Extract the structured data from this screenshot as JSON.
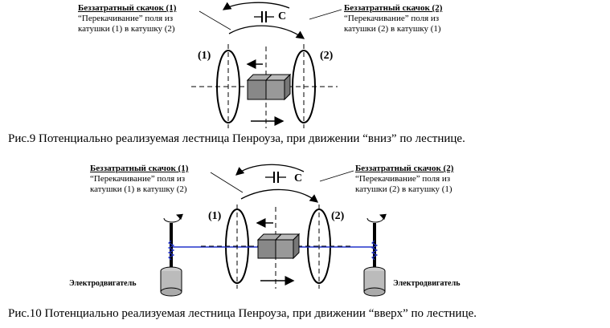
{
  "fig9": {
    "left_label_title": "Беззатратный скачок (1)",
    "left_label_l1": "“Перекачивание” поля из",
    "left_label_l2": "катушки (1) в катушку (2)",
    "right_label_title": "Беззатратный скачок (2)",
    "right_label_l1": "“Перекачивание” поля из",
    "right_label_l2": "катушки (2) в катушку (1)",
    "capacitor": "C",
    "coil1": "(1)",
    "coil2": "(2)",
    "caption": "Рис.9 Потенциально реализуемая лестница Пенроуза, при движении “вниз” по лестнице."
  },
  "fig10": {
    "left_label_title": "Беззатратный скачок (1)",
    "left_label_l1": "“Перекачивание” поля из",
    "left_label_l2": "катушки (1) в катушку (2)",
    "right_label_title": "Беззатратный скачок (2)",
    "right_label_l1": "“Перекачивание” поля из",
    "right_label_l2": "катушки (2) в катушку (1)",
    "capacitor": "C",
    "coil1": "(1)",
    "coil2": "(2)",
    "motor_left": "Электродвигатель",
    "motor_right": "Электродвигатель",
    "caption": "Рис.10 Потенциально реализуемая лестница Пенроуза, при движении “вверх” по лестнице."
  }
}
